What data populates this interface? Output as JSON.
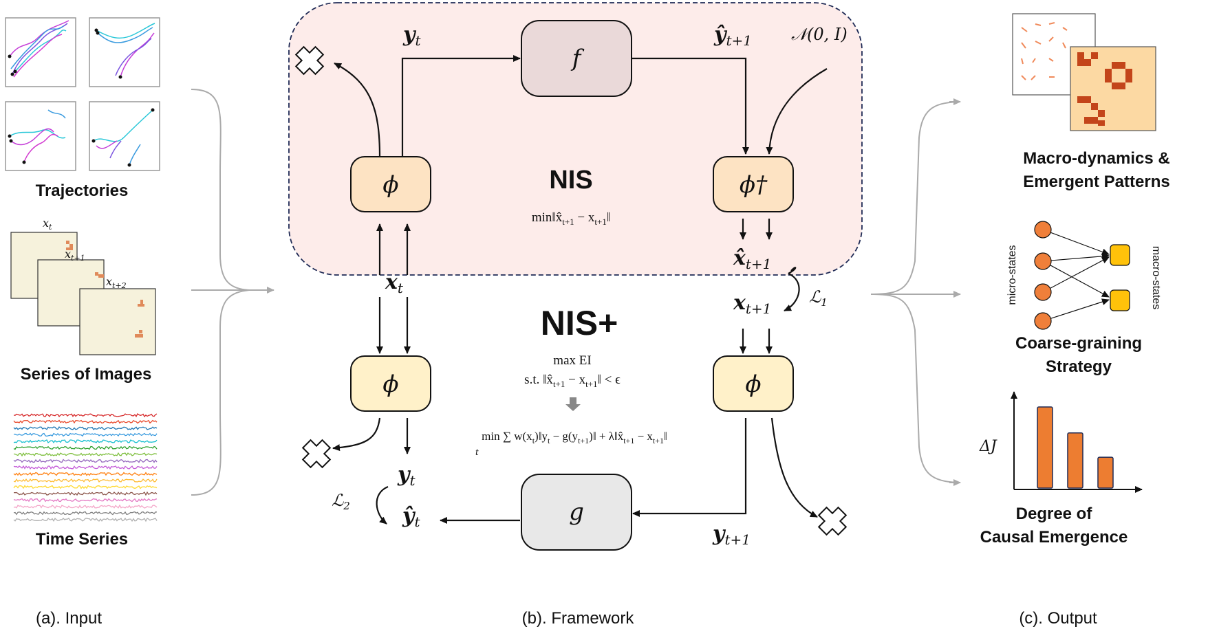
{
  "input": {
    "trajectories_label": "Trajectories",
    "images_label": "Series of Images",
    "image_labels": [
      "x",
      "x",
      "x"
    ],
    "image_subs": [
      "t",
      "t+1",
      "t+2"
    ],
    "timeseries_label": "Time Series",
    "caption": "(a). Input"
  },
  "framework": {
    "nis_title": "NIS",
    "nis_loss": "min‖x̂",
    "nis_loss_sub1": "t+1",
    "nis_loss_mid": " − x",
    "nis_loss_sub2": "t+1",
    "nis_loss_end": "‖",
    "nisplus_title": "NIS+",
    "obj_max": "max EI",
    "obj_st": "s.t. ‖x̂",
    "obj_st_sub1": "t+1",
    "obj_st_mid": " − x",
    "obj_st_sub2": "t+1",
    "obj_st_end": "‖ < ϵ",
    "obj_min": "min ∑ w(x",
    "obj_min_sub_t": "t",
    "obj_min_rest1": ")‖y",
    "obj_min_rest2": " − g(y",
    "obj_min_sub_t1": "t+1",
    "obj_min_rest3": ")‖ + λ‖x̂",
    "obj_min_rest4": " − x",
    "obj_min_end": "‖",
    "obj_min_sum_sub": "t",
    "f_label": "f",
    "g_label": "g",
    "phi_label": "ϕ",
    "phi_dagger_label": "ϕ†",
    "noise_label": "𝒩(0, I)",
    "y_t": "y",
    "y_hat": "ŷ",
    "x_t": "x",
    "x_hat": "x̂",
    "sub_t": "t",
    "sub_t1": "t+1",
    "loss1": "ℒ",
    "loss1_sub": "1",
    "loss2": "ℒ",
    "loss2_sub": "2",
    "caption": "(b). Framework"
  },
  "output": {
    "macro_label_1": "Macro-dynamics &",
    "macro_label_2": "Emergent Patterns",
    "micro_states": "micro-states",
    "macro_states": "macro-states",
    "coarse_label_1": "Coarse-graining",
    "coarse_label_2": "Strategy",
    "delta_j": "ΔJ",
    "degree_label_1": "Degree of",
    "degree_label_2": "Causal Emergence",
    "caption": "(c). Output"
  },
  "chart_data": {
    "type": "bar",
    "categories": [
      "",
      "",
      ""
    ],
    "values": [
      1.0,
      0.68,
      0.38
    ],
    "title": "",
    "xlabel": "",
    "ylabel": "ΔJ"
  },
  "colors": {
    "nis_panel": "#fdecea",
    "nis_border": "#1f2a55",
    "node_orange": "#fde3c3",
    "node_yellow": "#fff1c9",
    "f_box": "#ead9d9",
    "g_box": "#e8e8e8",
    "micro_dot": "#ef7f3a",
    "macro_dot": "#ffc20a",
    "bar": "#ed7d31"
  }
}
